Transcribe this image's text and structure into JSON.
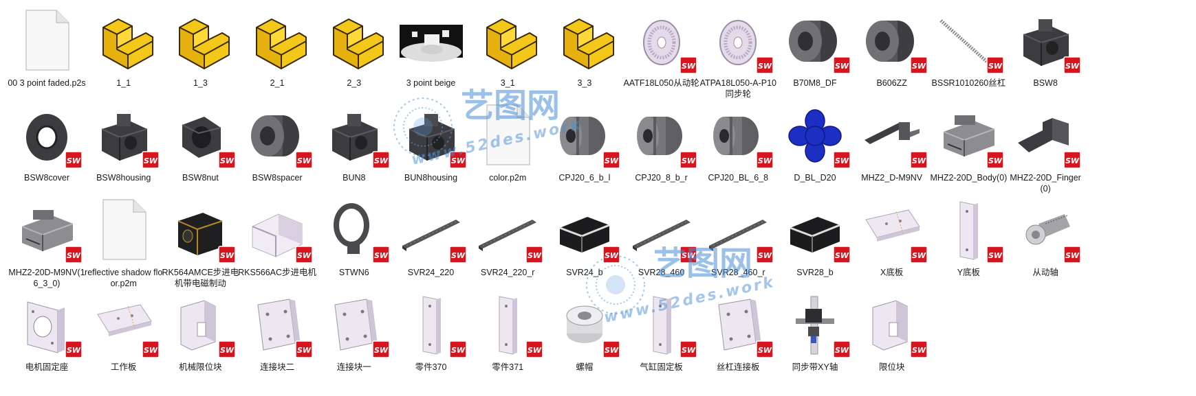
{
  "files": [
    {
      "label": "00 3 point faded.p2s",
      "icon": "blank-file-icon"
    },
    {
      "label": "1_1",
      "icon": "folder-part-icon"
    },
    {
      "label": "1_3",
      "icon": "folder-part-icon"
    },
    {
      "label": "2_1",
      "icon": "folder-part-icon"
    },
    {
      "label": "2_3",
      "icon": "folder-part-icon"
    },
    {
      "label": "3 point beige",
      "icon": "scene-preview-icon"
    },
    {
      "label": "3_1",
      "icon": "folder-part-icon"
    },
    {
      "label": "3_3",
      "icon": "folder-part-icon"
    },
    {
      "label": "AATF18L050从动轮",
      "icon": "pulley-icon",
      "sw": true
    },
    {
      "label": "ATPA18L050-A-P10同步轮",
      "icon": "pulley-icon",
      "sw": true
    },
    {
      "label": "B70M8_DF",
      "icon": "bearing-icon",
      "sw": true
    },
    {
      "label": "B606ZZ",
      "icon": "bearing-icon",
      "sw": true
    },
    {
      "label": "BSSR1010260丝杠",
      "icon": "ballscrew-icon",
      "sw": true
    },
    {
      "label": "BSW8",
      "icon": "block-icon",
      "sw": true
    },
    {
      "label": "BSW8cover",
      "icon": "ring-icon",
      "sw": true
    },
    {
      "label": "BSW8housing",
      "icon": "block-icon",
      "sw": true
    },
    {
      "label": "BSW8nut",
      "icon": "nut-icon",
      "sw": true
    },
    {
      "label": "BSW8spacer",
      "icon": "bearing-icon",
      "sw": true
    },
    {
      "label": "BUN8",
      "icon": "block-icon",
      "sw": true
    },
    {
      "label": "BUN8housing",
      "icon": "block-icon",
      "sw": true
    },
    {
      "label": "color.p2m",
      "icon": "blank-file-icon"
    },
    {
      "label": "CPJ20_6_b_l",
      "icon": "coupling-icon",
      "sw": true
    },
    {
      "label": "CPJ20_8_b_r",
      "icon": "coupling-icon",
      "sw": true
    },
    {
      "label": "CPJ20_BL_6_8",
      "icon": "coupling-icon",
      "sw": true
    },
    {
      "label": "D_BL_D20",
      "icon": "spider-icon",
      "sw": true
    },
    {
      "label": "MHZ2_D-M9NV",
      "icon": "sensor-icon",
      "sw": true
    },
    {
      "label": "MHZ2-20D_Body(0)",
      "icon": "gripper-icon",
      "sw": true
    },
    {
      "label": "MHZ2-20D_Finger(0)",
      "icon": "finger-icon",
      "sw": true
    },
    {
      "label": "MHZ2-20D-M9NV(16_3_0)",
      "icon": "gripper-icon",
      "sw": true
    },
    {
      "label": "reflective shadow floor.p2m",
      "icon": "blank-file-icon"
    },
    {
      "label": "RK564AMCE步进电机带电磁制动",
      "icon": "motor-icon",
      "sw": true
    },
    {
      "label": "RKS566AC步进电机",
      "icon": "plate-box-icon",
      "sw": true
    },
    {
      "label": "STWN6",
      "icon": "eye-ring-icon",
      "sw": true
    },
    {
      "label": "SVR24_220",
      "icon": "rail-icon",
      "sw": true
    },
    {
      "label": "SVR24_220_r",
      "icon": "rail-icon",
      "sw": true
    },
    {
      "label": "SVR24_b",
      "icon": "carriage-icon",
      "sw": true
    },
    {
      "label": "SVR28_460",
      "icon": "rail-icon",
      "sw": true
    },
    {
      "label": "SVR28_460_r",
      "icon": "rail-icon",
      "sw": true
    },
    {
      "label": "SVR28_b",
      "icon": "carriage-icon",
      "sw": true
    },
    {
      "label": "X底板",
      "icon": "flat-plate-icon",
      "sw": true
    },
    {
      "label": "Y底板",
      "icon": "tall-plate-icon",
      "sw": true
    },
    {
      "label": "从动轴",
      "icon": "shaft-icon",
      "sw": true
    },
    {
      "label": "电机固定座",
      "icon": "motor-mount-icon",
      "sw": true
    },
    {
      "label": "工作板",
      "icon": "flat-plate-icon",
      "sw": true
    },
    {
      "label": "机械限位块",
      "icon": "stop-block-icon",
      "sw": true
    },
    {
      "label": "连接块二",
      "icon": "square-plate-icon",
      "sw": true
    },
    {
      "label": "连接块一",
      "icon": "square-plate-icon",
      "sw": true
    },
    {
      "label": "零件370",
      "icon": "tall-plate-icon",
      "sw": true
    },
    {
      "label": "零件371",
      "icon": "tall-plate-icon",
      "sw": true
    },
    {
      "label": "螺帽",
      "icon": "flange-nut-icon",
      "sw": true
    },
    {
      "label": "气缸固定板",
      "icon": "tall-plate-icon",
      "sw": true
    },
    {
      "label": "丝杠连接板",
      "icon": "square-plate-icon",
      "sw": true
    },
    {
      "label": "同步带XY轴",
      "icon": "xy-assembly-icon",
      "sw": true
    },
    {
      "label": "限位块",
      "icon": "stop-block-icon",
      "sw": true
    }
  ],
  "watermark": {
    "cn": "艺图网",
    "en": "www.52des.work"
  },
  "colors": {
    "folder": "#f3c81b",
    "folder_edge": "#3a2a00",
    "sw_red": "#d8141e",
    "metal": "#4a4a4e",
    "plate": "#e8e2ec"
  }
}
